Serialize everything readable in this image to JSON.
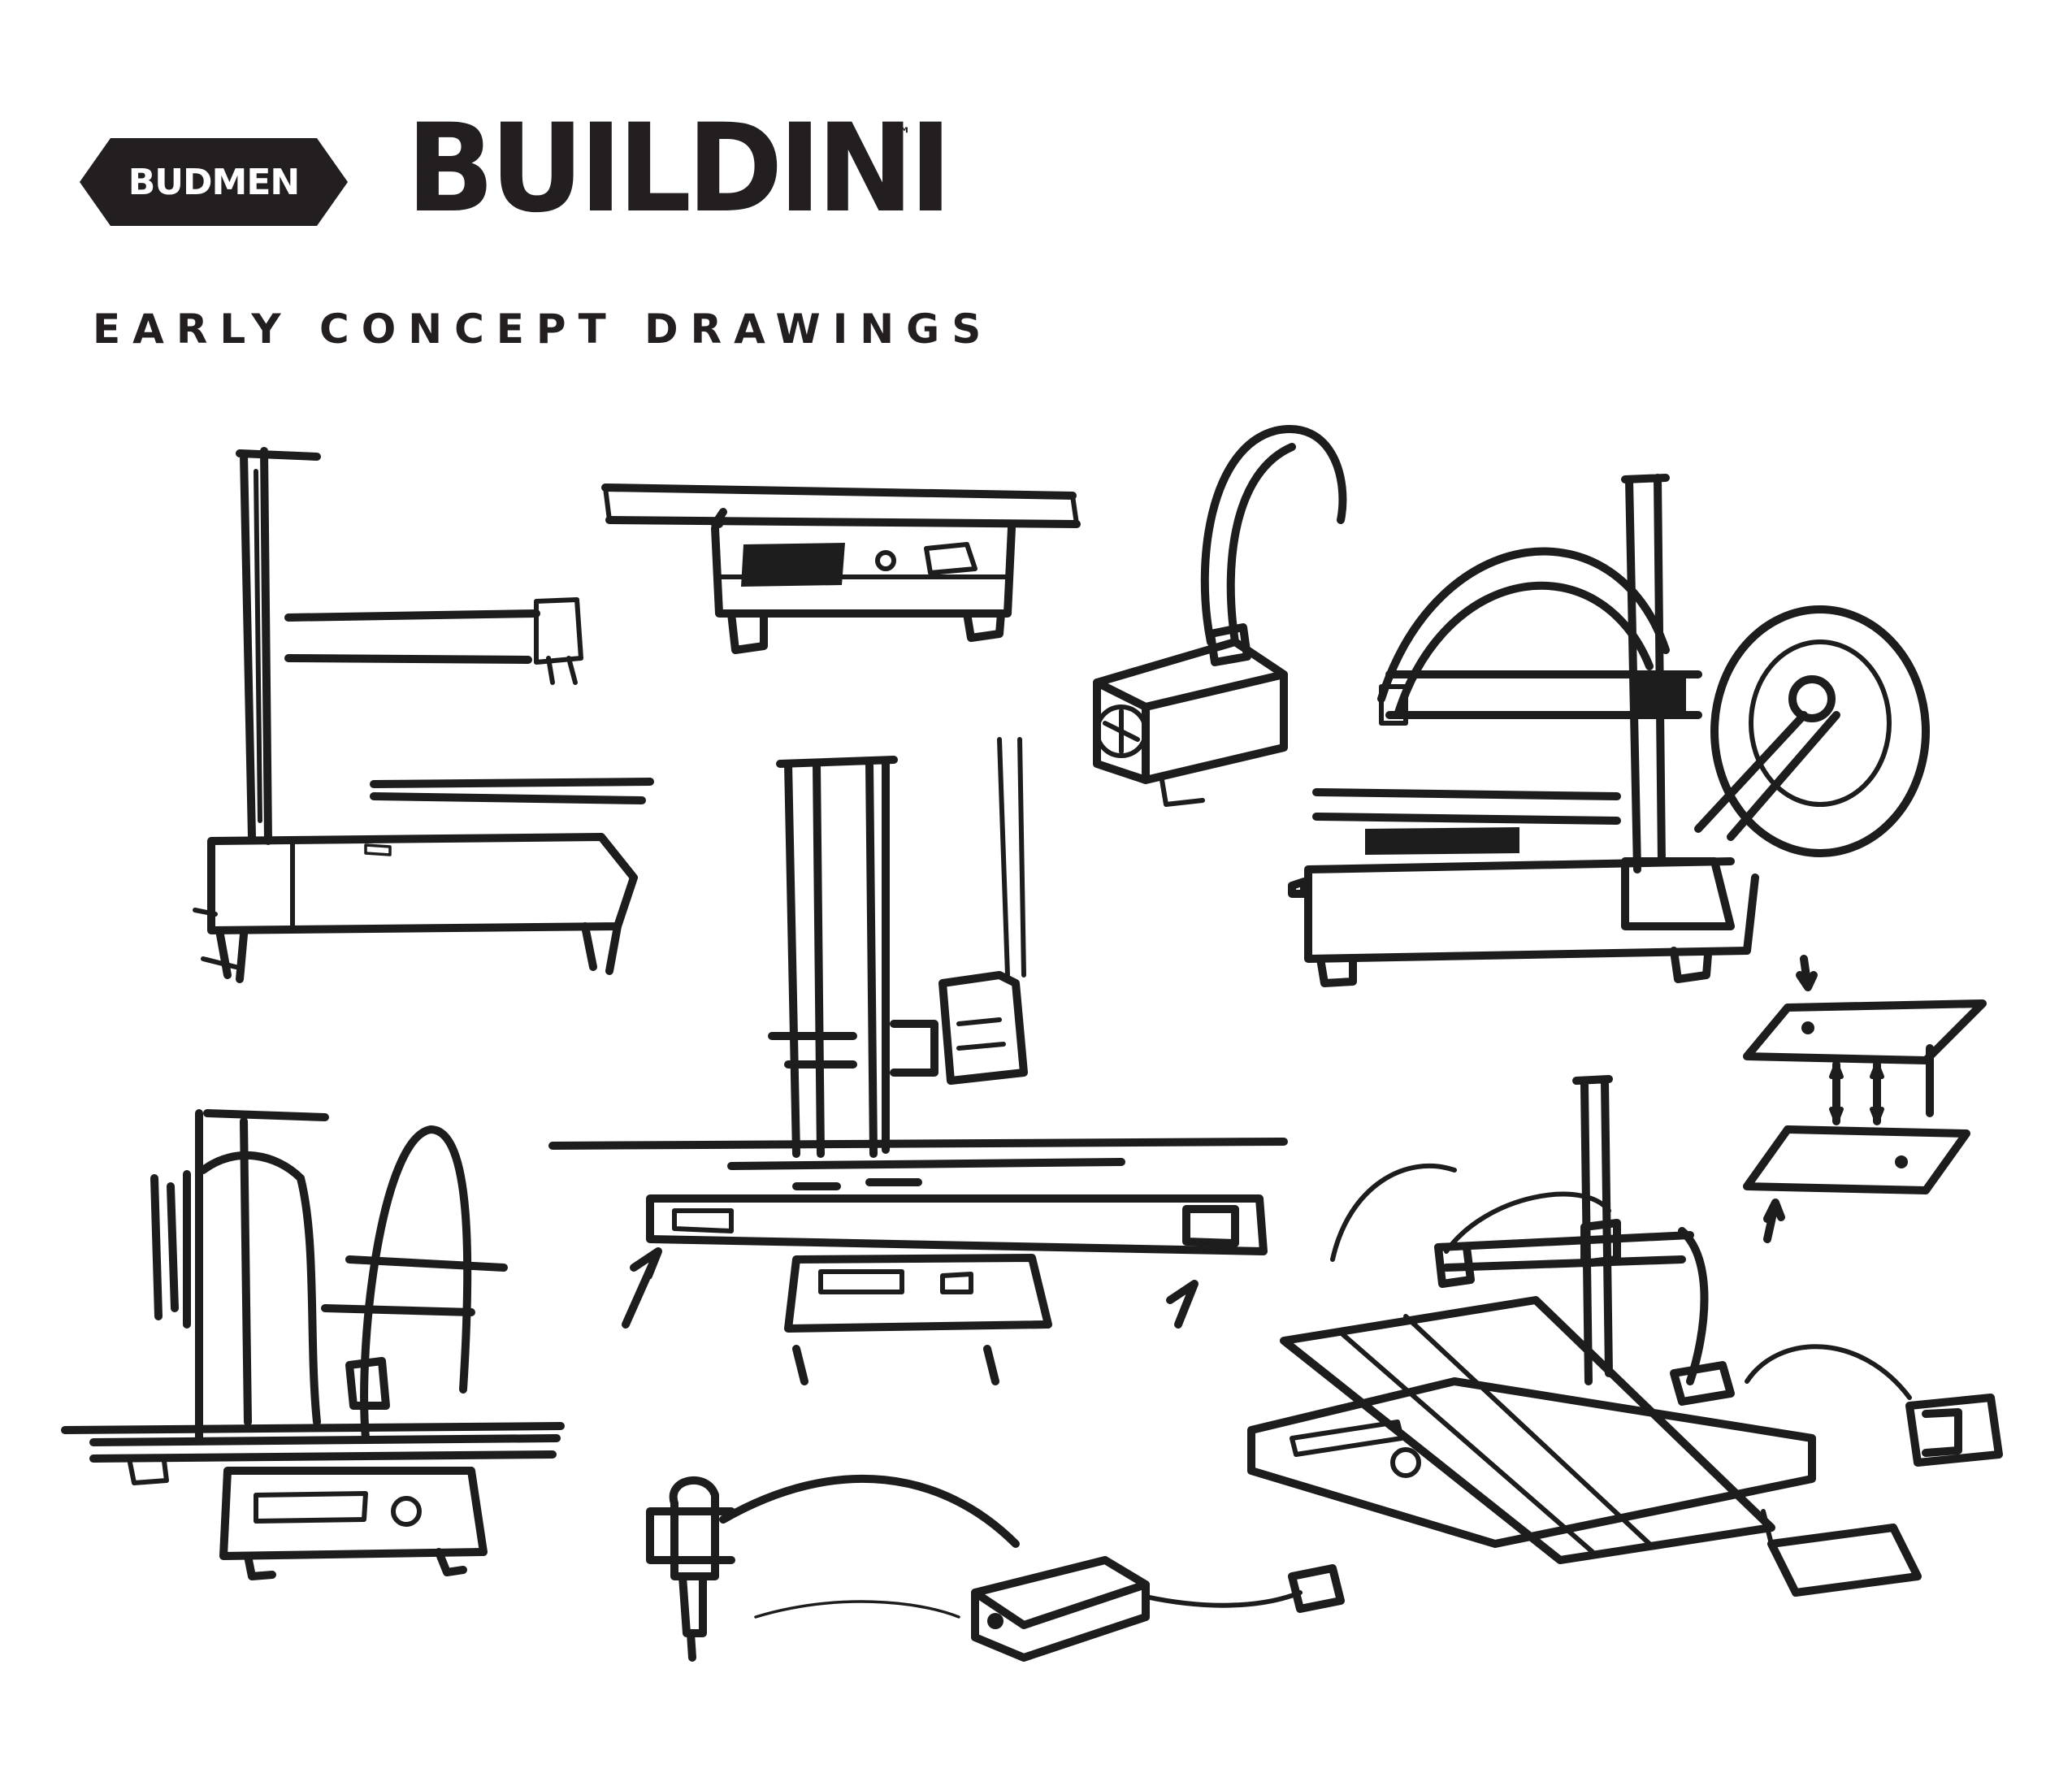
{
  "header": {
    "badge_text": "BUDMEN",
    "product_name": "BUILDINI",
    "trademark": "™",
    "subtitle": "EARLY CONCEPT DRAWINGS"
  },
  "colors": {
    "ink": "#231f20",
    "badge_text": "#ffffff",
    "background": "#ffffff"
  },
  "sketches": [
    {
      "name": "printer-side-view-sketch"
    },
    {
      "name": "build-plate-base-sketch"
    },
    {
      "name": "extruder-fan-head-sketch"
    },
    {
      "name": "printer-with-spool-sketch"
    },
    {
      "name": "printer-frame-sketch"
    },
    {
      "name": "printer-front-view-sketch"
    },
    {
      "name": "build-plate-leveling-sketch"
    },
    {
      "name": "printer-perspective-sketch"
    },
    {
      "name": "hotend-cable-sketch"
    }
  ]
}
